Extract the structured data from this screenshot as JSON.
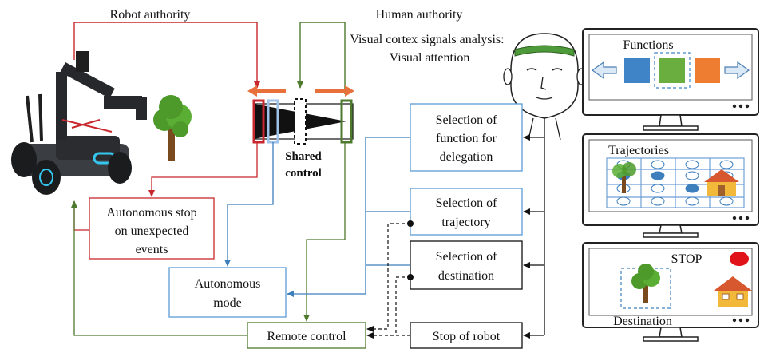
{
  "top_labels": {
    "robot_authority": "Robot authority",
    "human_authority": "Human authority",
    "visual_line1": "Visual cortex signals analysis:",
    "visual_line2": "Visual attention"
  },
  "shared": {
    "line1": "Shared",
    "line2": "control"
  },
  "blocks": {
    "autonomous_stop": [
      "Autonomous stop",
      "on unexpected",
      "events"
    ],
    "autonomous_mode": [
      "Autonomous",
      "mode"
    ],
    "remote_control": "Remote control",
    "sel_function": [
      "Selection of",
      "function for",
      "delegation"
    ],
    "sel_trajectory": [
      "Selection of",
      "trajectory"
    ],
    "sel_destination": [
      "Selection of",
      "destination"
    ],
    "stop_robot": "Stop of robot"
  },
  "monitors": {
    "functions": "Functions",
    "trajectories": "Trajectories",
    "stop": "STOP",
    "destination": "Destination"
  },
  "colors": {
    "red": "#c8282d",
    "blue": "#3d7fbd",
    "green": "#4e7a2e",
    "orange": "#e8703a",
    "box_blue": "#5b9bd5",
    "fn_blue": "#3e84c6",
    "fn_green": "#6aae3f",
    "fn_orange": "#ee7d31"
  },
  "icons": [
    "robot-icon",
    "tree-icon",
    "head-icon",
    "house-icon",
    "arrow-left-icon",
    "arrow-right-icon"
  ]
}
